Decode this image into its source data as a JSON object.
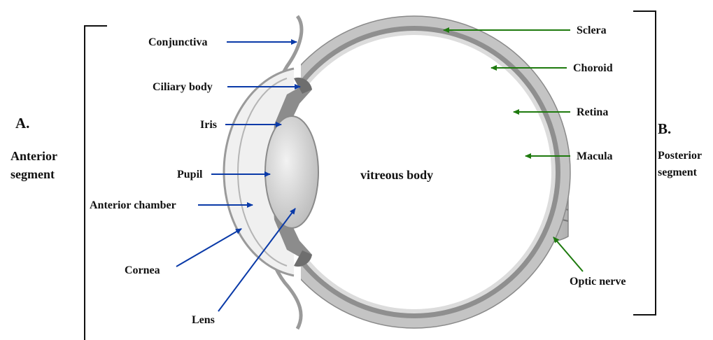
{
  "colors": {
    "left_arrow": "#0a3aa8",
    "right_arrow": "#1e7a0e",
    "sclera": "#bdbdbd",
    "choroid": "#8d8d8d",
    "retina": "#d6d6d6",
    "lens": "#cfcfcf"
  },
  "sections": {
    "anterior_letter": "A.",
    "anterior_line1": "Anterior",
    "anterior_line2": "segment",
    "posterior_letter": "B.",
    "posterior_line1": "Posterior",
    "posterior_line2": "segment"
  },
  "center_label": "vitreous body",
  "left_labels": {
    "conjunctiva": "Conjunctiva",
    "ciliary_body": "Ciliary body",
    "iris": "Iris",
    "pupil": "Pupil",
    "anterior_chamber": "Anterior chamber",
    "cornea": "Cornea",
    "lens": "Lens"
  },
  "right_labels": {
    "sclera": "Sclera",
    "choroid": "Choroid",
    "retina": "Retina",
    "macula": "Macula",
    "optic_nerve": "Optic nerve"
  }
}
